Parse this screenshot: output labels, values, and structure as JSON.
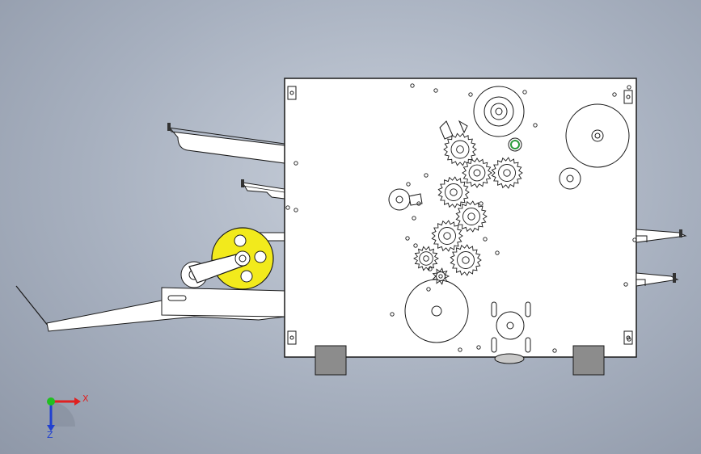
{
  "viewport": {
    "background_top": "#c9d0db",
    "background_bottom": "#8f98a8"
  },
  "model": {
    "plate_color": "#ffffff",
    "outline_color": "#1a1a1a",
    "handwheel_color": "#f2ea1c",
    "foot_color": "#8c8c8c",
    "gear_count": 9
  },
  "triad": {
    "x_label": "X",
    "z_label": "Z",
    "x_color": "#e02020",
    "y_color": "#20c020",
    "z_color": "#2040d0"
  }
}
